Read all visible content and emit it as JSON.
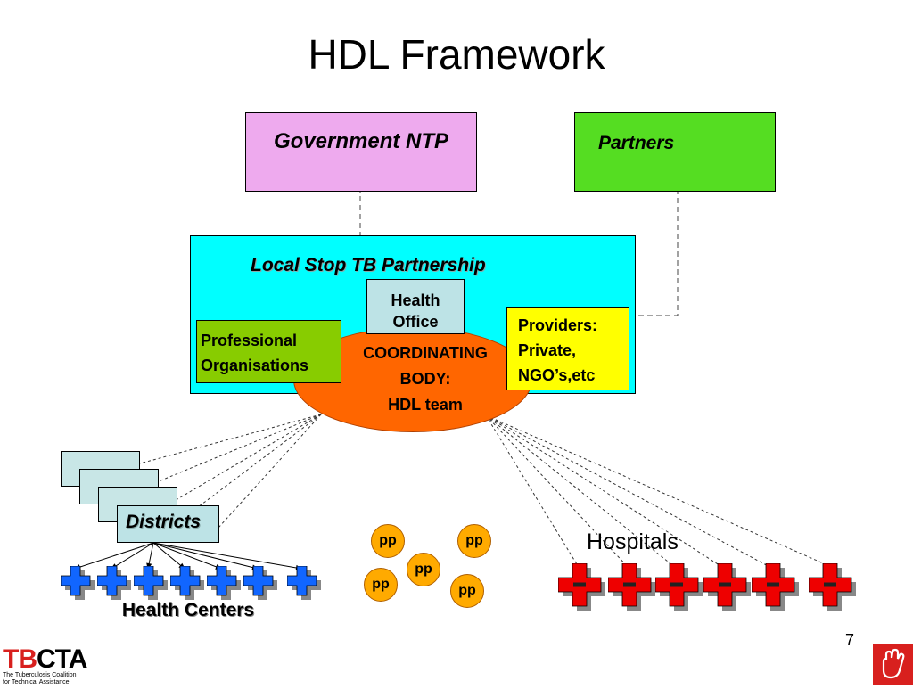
{
  "slide": {
    "title": "HDL Framework",
    "page_number": "7"
  },
  "boxes": {
    "government": "Government NTP",
    "partners": "Partners",
    "local_partnership": "Local Stop TB Partnership",
    "health_office": "Health Office",
    "professional_orgs": "Professional Organisations",
    "providers": "Providers: Private, NGO’s,etc",
    "coordinating_line1": "COORDINATING",
    "coordinating_line2": "BODY:",
    "coordinating_line3": "HDL team"
  },
  "districts": {
    "label": "Districts"
  },
  "health_centers": {
    "label": "Health Centers"
  },
  "hospitals": {
    "label": "Hospitals"
  },
  "private_practitioners": [
    "pp",
    "pp",
    "pp",
    "pp",
    "pp"
  ],
  "logo": {
    "tb": "TB",
    "cta": "CTA",
    "subtitle_line1": "The Tuberculosis Coalition",
    "subtitle_line2": "for Technical Assistance"
  },
  "colors": {
    "government": "#eeaaee",
    "partners": "#55dd22",
    "local_partnership": "#00ffff",
    "coordinating_body": "#ff6600",
    "health_office": "#bde3e6",
    "professional_orgs": "#88cc00",
    "providers": "#ffff00",
    "health_center_cross": "#1166ff",
    "hospital_cross": "#ee0000",
    "pp_circle": "#ffaa00",
    "brand_red": "#d8201e"
  }
}
